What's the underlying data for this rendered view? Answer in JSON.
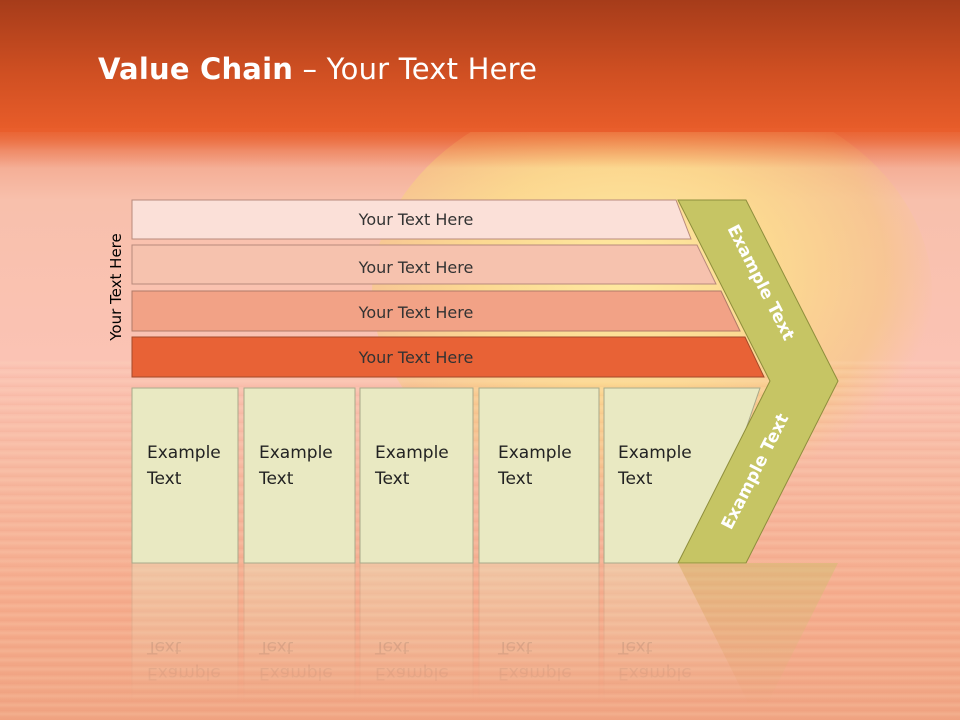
{
  "title": {
    "bold": "Value Chain",
    "rest": " – Your Text Here"
  },
  "side_label": "Your Text Here",
  "bars": [
    "Your Text Here",
    "Your Text Here",
    "Your Text Here",
    "Your Text Here"
  ],
  "boxes": [
    {
      "line1": "Example",
      "line2": "Text"
    },
    {
      "line1": "Example",
      "line2": "Text"
    },
    {
      "line1": "Example",
      "line2": "Text"
    },
    {
      "line1": "Example",
      "line2": "Text"
    },
    {
      "line1": "Example",
      "line2": "Text"
    }
  ],
  "chevron": {
    "upper": "Example Text",
    "lower": "Example Text"
  },
  "colors": {
    "title_band": "#d9532a",
    "bar_1": "#fbe0d8",
    "bar_2": "#f6c2ae",
    "bar_3": "#f2a286",
    "bar_4": "#e86236",
    "box": "#e9e9c2",
    "chevron": "#c6c564"
  }
}
